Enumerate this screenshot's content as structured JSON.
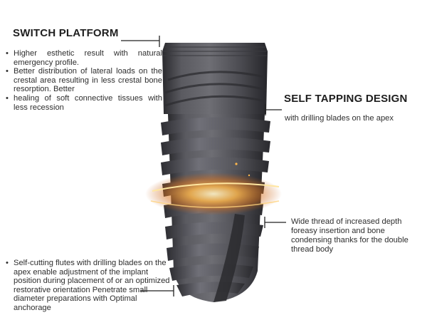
{
  "switch_platform": {
    "heading": "SWITCH PLATFORM",
    "bullets": [
      "Higher esthetic result with natural emergency profile.",
      "Better distribution of lateral loads on the crestal area resulting in less crestal bone resorption. Better",
      "healing of soft connective tissues with less recession"
    ]
  },
  "self_tapping": {
    "heading": "SELF TAPPING DESIGN",
    "description": "with drilling blades on the apex"
  },
  "wide_thread": {
    "description": "Wide thread of increased depth foreasy insertion and bone condensing thanks for the double thread body"
  },
  "self_cutting": {
    "bullets": [
      "Self-cutting flutes with drilling blades on the apex enable adjustment of the implant position during placement of or an optimized restorative orientation Penetrate small diameter preparations with Optimal anchorage"
    ]
  },
  "colors": {
    "implant_body": "#4a4a4e",
    "implant_dark": "#2c2c30",
    "glow": "#f4a23a",
    "leader": "#222222"
  }
}
